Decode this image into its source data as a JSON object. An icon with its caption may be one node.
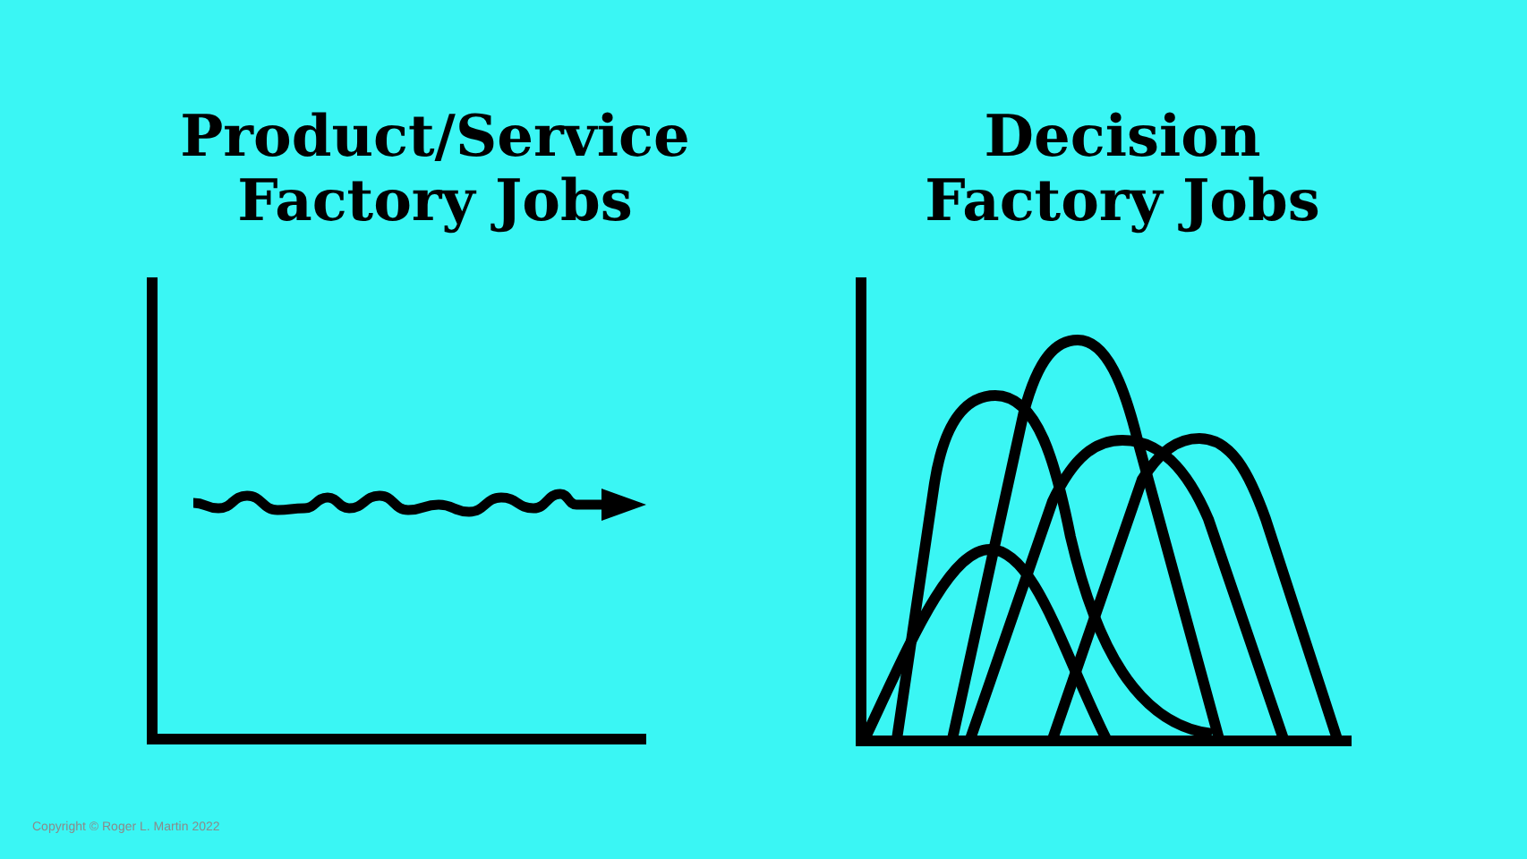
{
  "diagram": {
    "labels": [
      "Product/Service Factory Jobs",
      "Decision Factory Jobs",
      "Copyright © Roger L. Martin 2022"
    ]
  }
}
